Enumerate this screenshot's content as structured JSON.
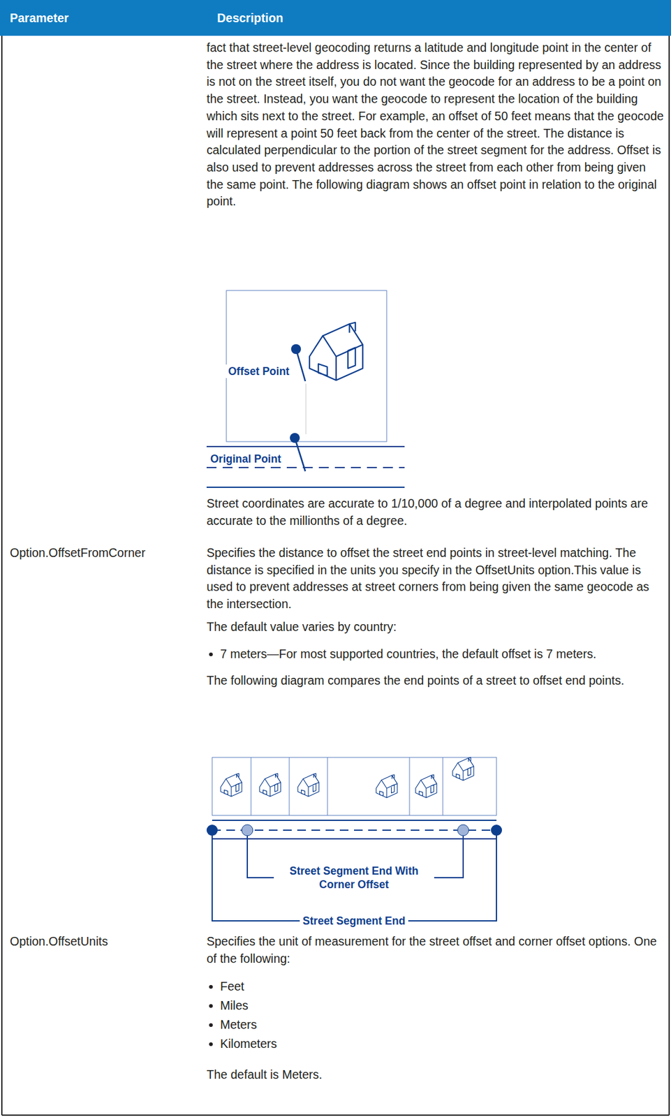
{
  "diagram": {
    "nodes": [
      {
        "text": [
          "Parameter",
          "Description"
        ]
      }
    ],
    "labels": [
      "fact that street-level geocoding returns a latitude and longitude point in the center of the street where the address is located. Since the building represented by an address is not on the street itself, you do not want the geocode for an address to be a point on the street. Instead, you want the geocode to represent the location of the building which sits next to the street. For example, an offset of 50 feet means that the geocode will represent a point 50 feet back from the center of the street. The distance is calculated perpendicular to the portion of the street segment for the address. Offset is also used to prevent addresses across the street from each other from being given the same point. The following diagram shows an offset point in relation to the original point.",
      "Offset Point",
      "Original Point",
      "Street coordinates are accurate to 1/10,000 of a degree and interpolated points are accurate to the millionths of a degree.",
      "Option.OffsetFromCorner",
      "Specifies the distance to offset the street end points in street-level matching. The distance is specified in the units you specify in the OffsetUnits option.This value is used to prevent addresses at street corners from being given the same geocode as the intersection.",
      "The default value varies by country:",
      "7 meters—For most supported countries, the default offset is 7 meters.",
      "The following diagram compares the end points of a street to offset end points.",
      "Street Segment End With Corner Offset",
      "Street Segment End",
      "Option.OffsetUnits",
      "Specifies the unit of measurement for the street offset and corner offset options. One of the following:",
      "Feet",
      "Miles",
      "Meters",
      "Kilometers",
      "The default is Meters."
    ]
  }
}
